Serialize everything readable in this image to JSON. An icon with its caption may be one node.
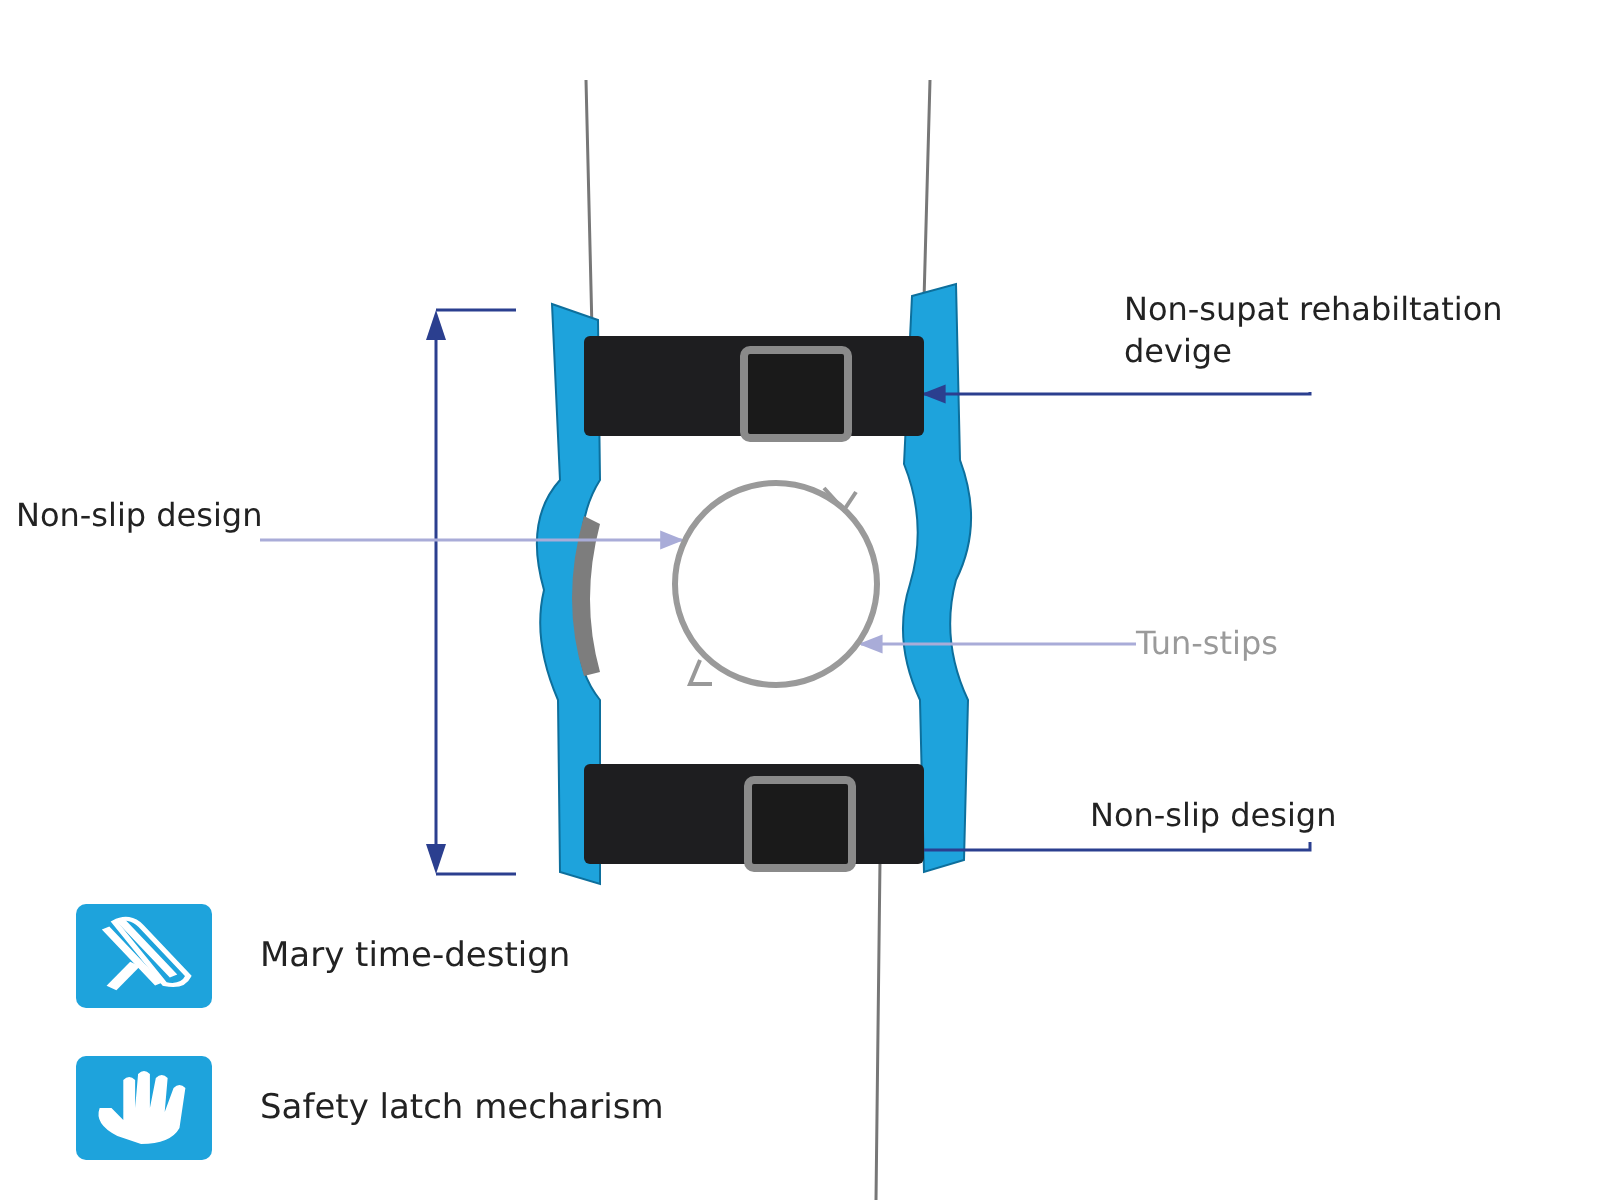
{
  "diagram": {
    "nodes": [
      {
        "text": [
          "Non-supat rehabiltation devige"
        ]
      },
      {
        "text": [],
        "shape": "bar"
      },
      {
        "text": [
          "Non-slip design"
        ]
      },
      {
        "text": [],
        "shape": "circle"
      },
      {
        "text": [
          "Tun-stips"
        ]
      },
      {
        "text": [
          "Non-slip design"
        ]
      },
      {
        "text": [],
        "shape": "bar"
      }
    ],
    "edges": [
      {
        "from": 0,
        "to": 1,
        "arrow": "to"
      },
      {
        "from": 2,
        "to": 3,
        "arrow": "to",
        "color": "#a9acd8"
      },
      {
        "from": 4,
        "to": 3,
        "arrow": "to",
        "color": "#a9acd8"
      },
      {
        "from": 5,
        "to": 6,
        "arrow": "none"
      }
    ],
    "legend": [
      {
        "text": "Mary time-destign"
      },
      {
        "text": "Safety latch mecharism"
      }
    ]
  }
}
